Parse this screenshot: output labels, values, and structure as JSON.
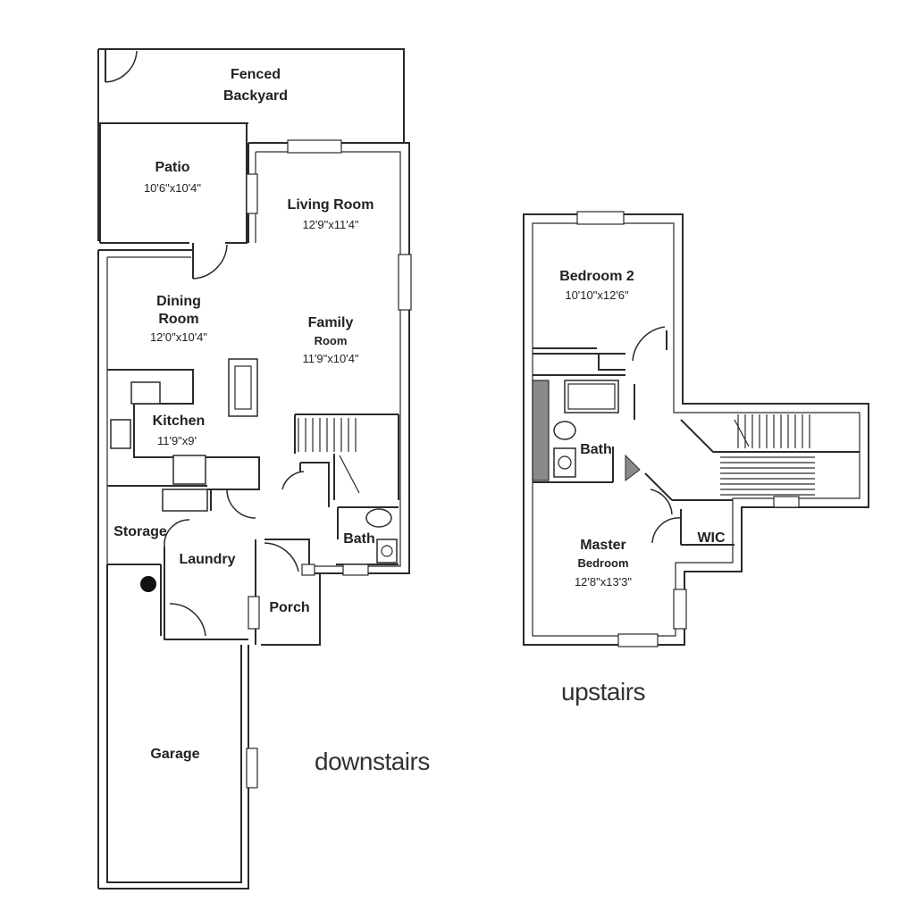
{
  "downstairs": {
    "caption": "downstairs",
    "rooms": {
      "backyard": {
        "label_line1": "Fenced",
        "label_line2": "Backyard"
      },
      "patio": {
        "label": "Patio",
        "size": "10'6\"x10'4\""
      },
      "living": {
        "label": "Living Room",
        "size": "12'9\"x11'4\""
      },
      "dining": {
        "label_line1": "Dining",
        "label_line2": "Room",
        "size": "12'0\"x10'4\""
      },
      "family": {
        "label_line1": "Family",
        "label_line2": "Room",
        "size": "11'9\"x10'4\""
      },
      "kitchen": {
        "label": "Kitchen",
        "size": "11'9\"x9'"
      },
      "storage": {
        "label": "Storage"
      },
      "laundry": {
        "label": "Laundry"
      },
      "bath": {
        "label": "Bath"
      },
      "porch": {
        "label": "Porch"
      },
      "garage": {
        "label": "Garage"
      }
    }
  },
  "upstairs": {
    "caption": "upstairs",
    "rooms": {
      "bedroom2": {
        "label": "Bedroom 2",
        "size": "10'10\"x12'6\""
      },
      "bath": {
        "label": "Bath"
      },
      "master": {
        "label_line1": "Master",
        "label_line2": "Bedroom",
        "size": "12'8\"x13'3\""
      },
      "wic": {
        "label": "WIC"
      }
    }
  }
}
